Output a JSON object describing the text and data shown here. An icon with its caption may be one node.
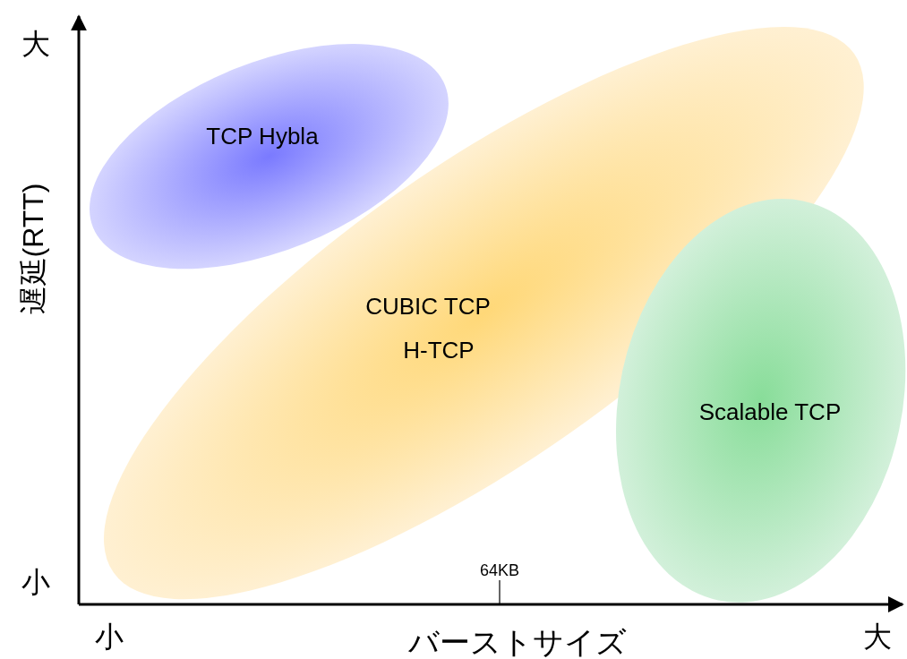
{
  "diagram": {
    "nodes": [
      {
        "text": [
          "TCP Hybla"
        ]
      },
      {
        "text": [
          "CUBIC TCP",
          "H-TCP"
        ]
      },
      {
        "text": [
          "Scalable TCP"
        ]
      }
    ],
    "labels": [
      "大",
      "遅延(RTT)",
      "小",
      "64KB",
      "小",
      "バーストサイズ",
      "大"
    ]
  }
}
